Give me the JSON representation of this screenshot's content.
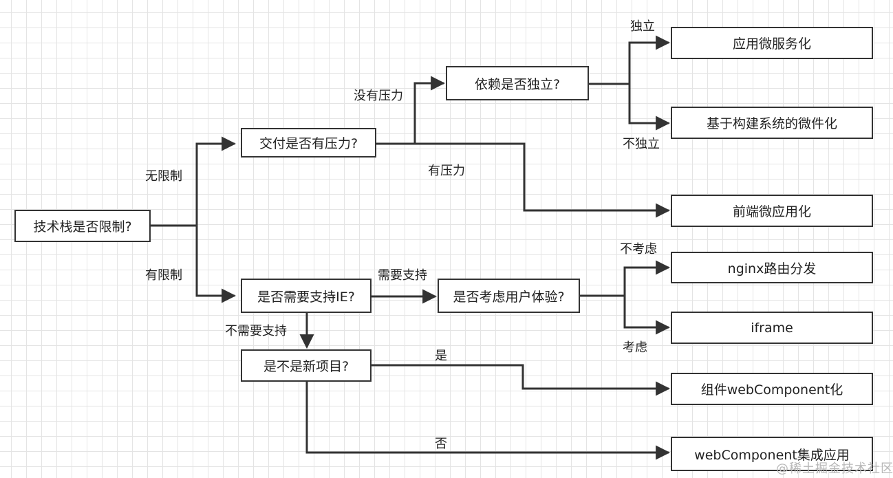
{
  "nodes": {
    "root": "技术栈是否限制?",
    "delivery": "交付是否有压力?",
    "depend": "依赖是否独立?",
    "micro_service": "应用微服务化",
    "build_system": "基于构建系统的微件化",
    "frontend_micro": "前端微应用化",
    "support_ie": "是否需要支持IE?",
    "ux": "是否考虑用户体验?",
    "nginx": "nginx路由分发",
    "iframe": "iframe",
    "new_project": "是不是新项目?",
    "wc_component": "组件webComponent化",
    "wc_app": "webComponent集成应用"
  },
  "edge_labels": {
    "unlimited": "无限制",
    "limited": "有限制",
    "no_pressure": "没有压力",
    "has_pressure": "有压力",
    "independent": "独立",
    "not_independent": "不独立",
    "need_support": "需要支持",
    "no_need_support": "不需要支持",
    "not_consider": "不考虑",
    "consider": "考虑",
    "yes": "是",
    "no": "否"
  },
  "watermark": "@稀土掘金技术社区",
  "colors": {
    "line": "#333333",
    "grid": "#e4e4e4",
    "box_border": "#333333"
  }
}
